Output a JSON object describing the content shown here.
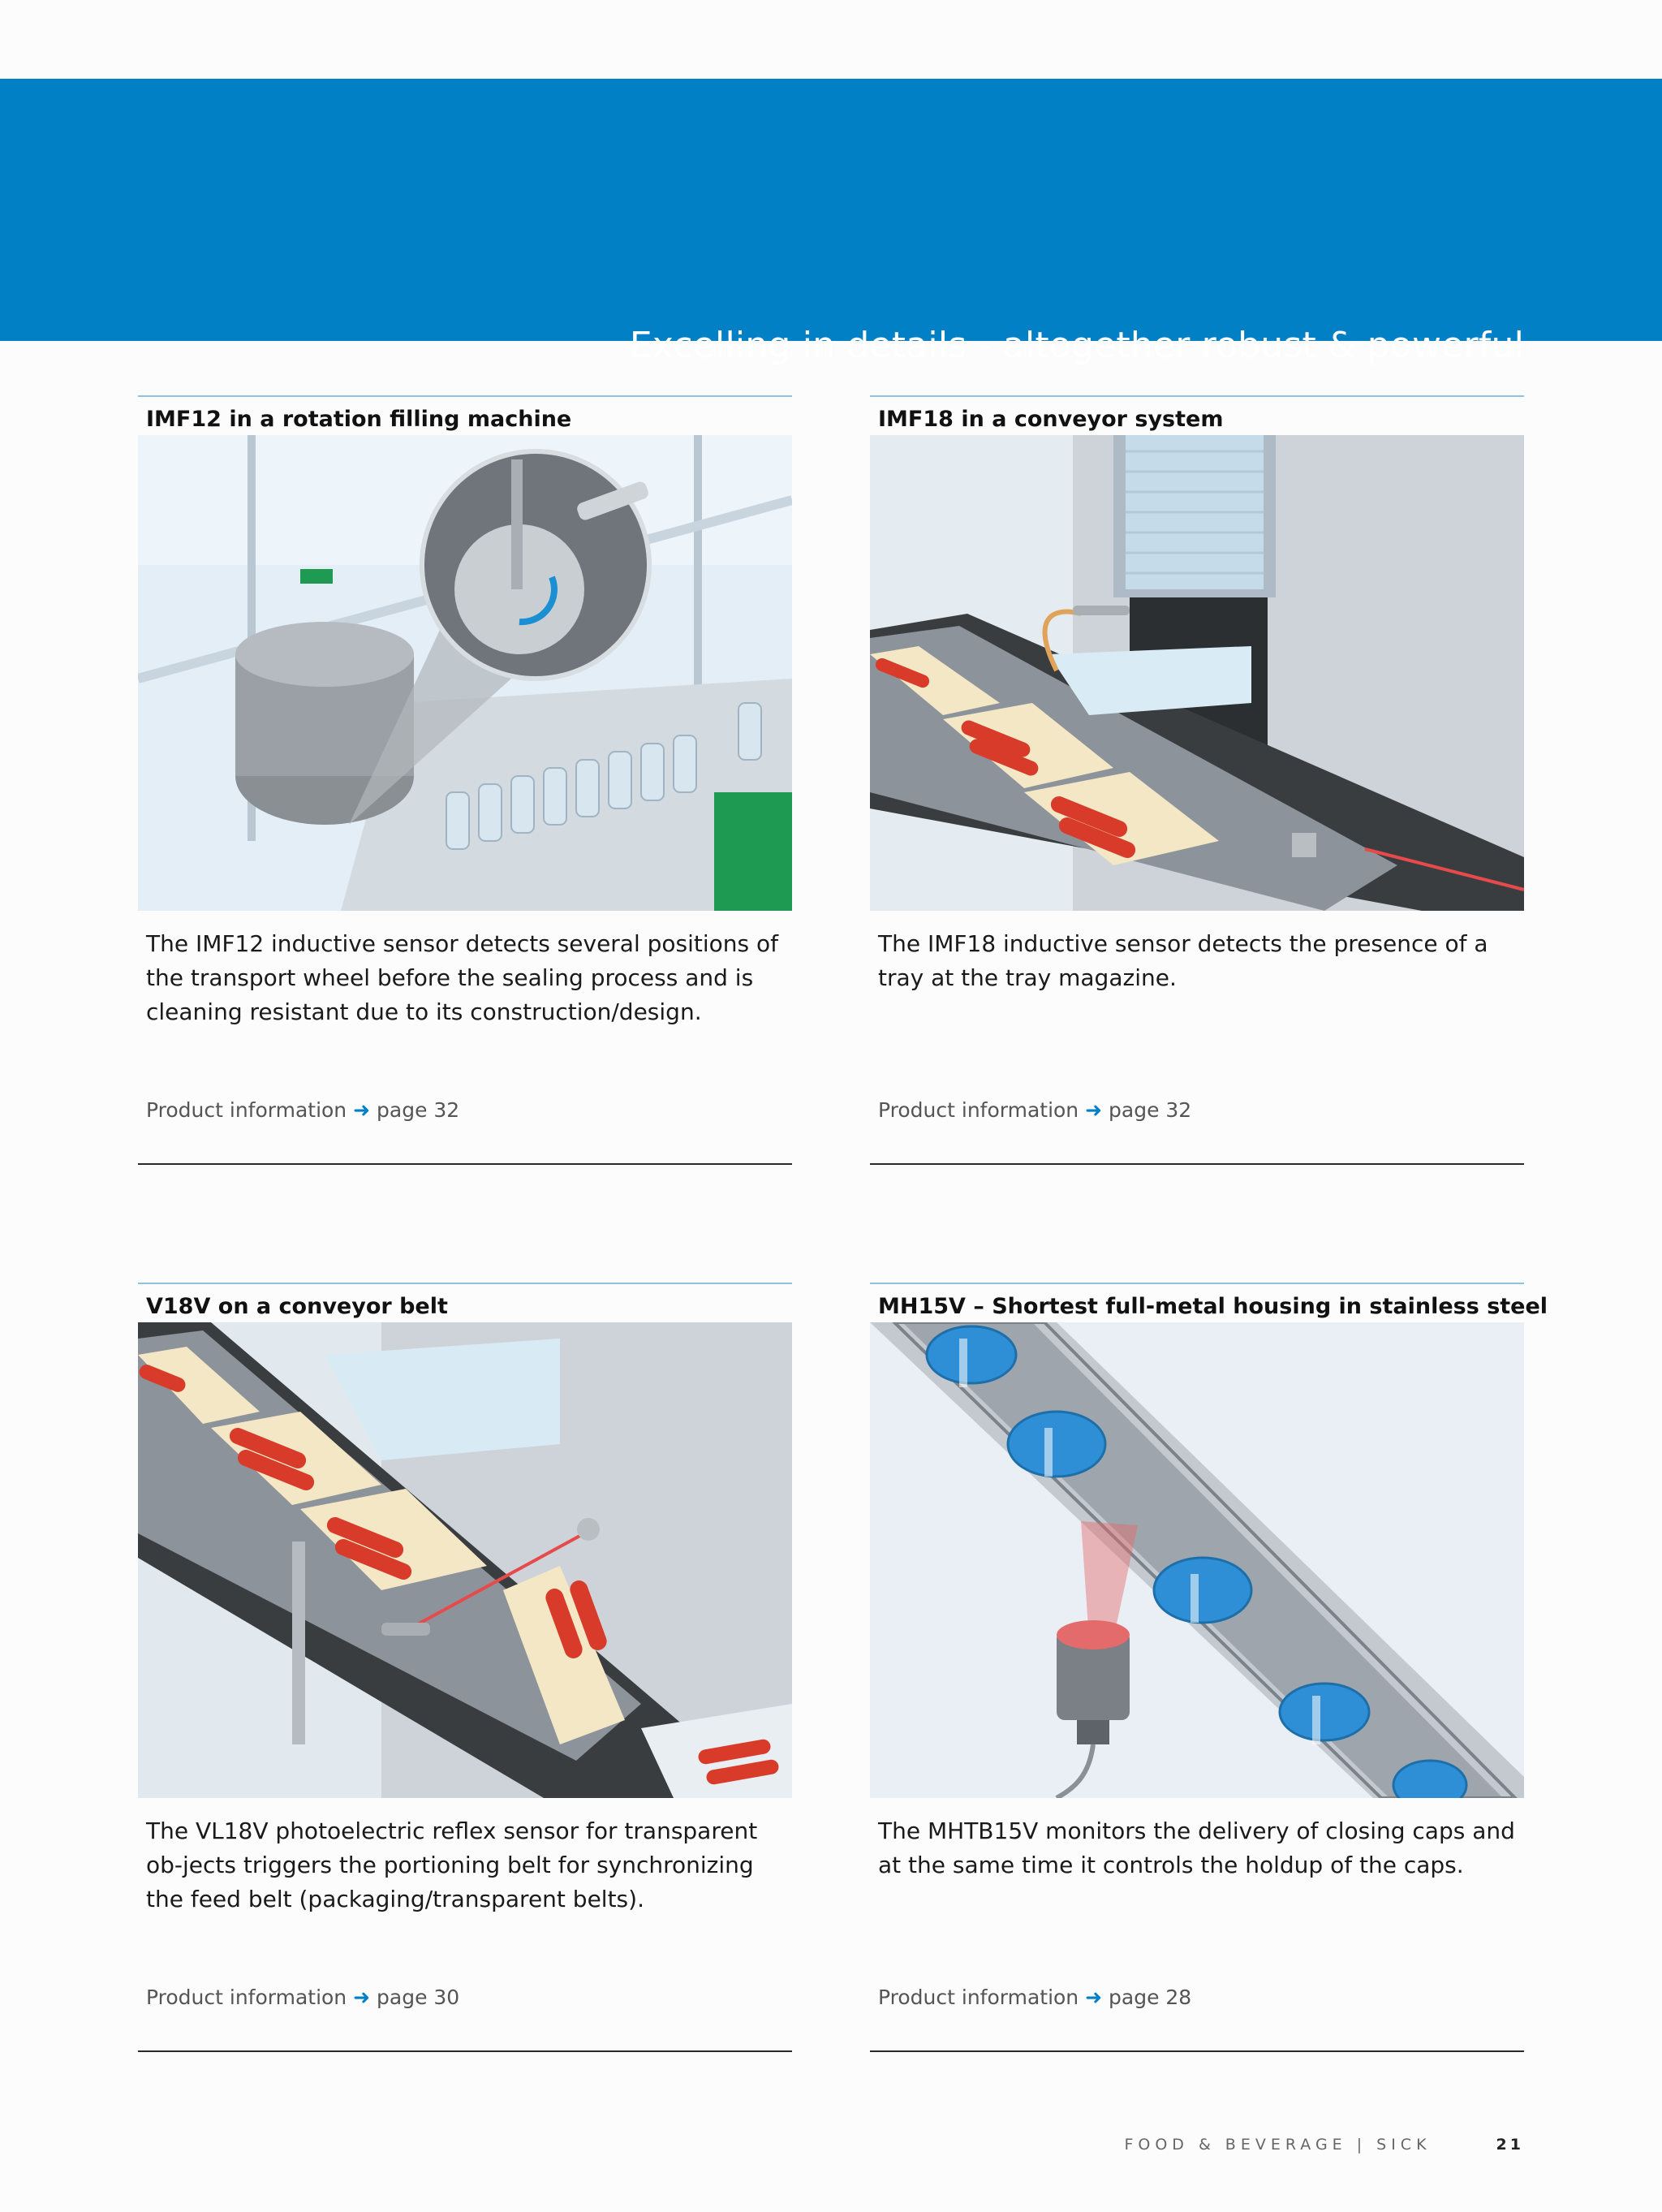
{
  "banner": {
    "title": "Excelling in details - altogether robust & powerful"
  },
  "panels": [
    {
      "title": "IMF12 in a rotation filling machine",
      "description": "The IMF12 inductive sensor detects several positions of the transport wheel before the sealing process and is cleaning resistant due to its construction/design.",
      "info_label": "Product information",
      "info_arrow": "➜",
      "info_page": "page 32"
    },
    {
      "title": "IMF18 in a conveyor system",
      "description": "The IMF18 inductive sensor detects the presence of a tray at the tray magazine.",
      "info_label": "Product information",
      "info_arrow": "➜",
      "info_page": "page 32"
    },
    {
      "title": "V18V on a conveyor belt",
      "description": "The VL18V photoelectric reflex sensor for transparent ob-jects triggers the portioning belt for synchronizing the feed belt (packaging/transparent belts).",
      "info_label": "Product information",
      "info_arrow": "➜",
      "info_page": "page 30"
    },
    {
      "title": "MH15V – Shortest full-metal housing in stainless steel",
      "description": "The MHTB15V monitors the delivery of closing caps and at the same time it controls the holdup of the caps.",
      "info_label": "Product information",
      "info_arrow": "➜",
      "info_page": "page 28"
    }
  ],
  "footer": {
    "section": "FOOD & BEVERAGE | SICK",
    "page_number": "21"
  },
  "colors": {
    "accent": "#0280c6",
    "rule": "#8fc3dd",
    "sausage": "#d93b2a"
  }
}
